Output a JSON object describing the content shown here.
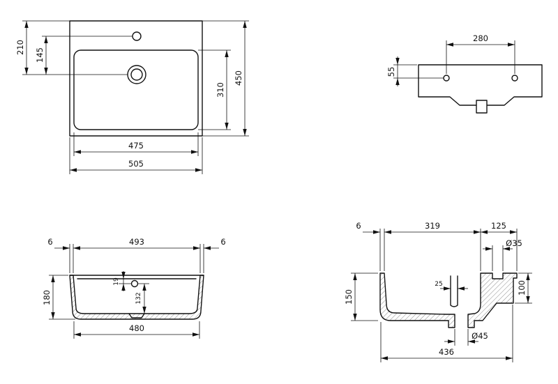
{
  "drawing": {
    "plan": {
      "overall_width": "505",
      "basin_width": "475",
      "overall_depth": "450",
      "basin_depth": "310",
      "drain_from_back": "210",
      "drain_from_tap": "145"
    },
    "back": {
      "hole_spacing": "280",
      "hole_from_top": "55"
    },
    "front_section": {
      "rim_width": "493",
      "wall_left": "6",
      "wall_right": "6",
      "height": "180",
      "base_width": "480",
      "hole_inset": "19",
      "hole_to_base": "132"
    },
    "side_section": {
      "front_wall": "6",
      "bowl_depth": "319",
      "deck_depth": "125",
      "tap_hole_dia": "Ø35",
      "front_height": "150",
      "back_height": "100",
      "overflow_gap": "25",
      "drain_dia": "Ø45",
      "base_depth": "436"
    }
  },
  "colors": {
    "line": "#111111",
    "background": "#ffffff"
  }
}
